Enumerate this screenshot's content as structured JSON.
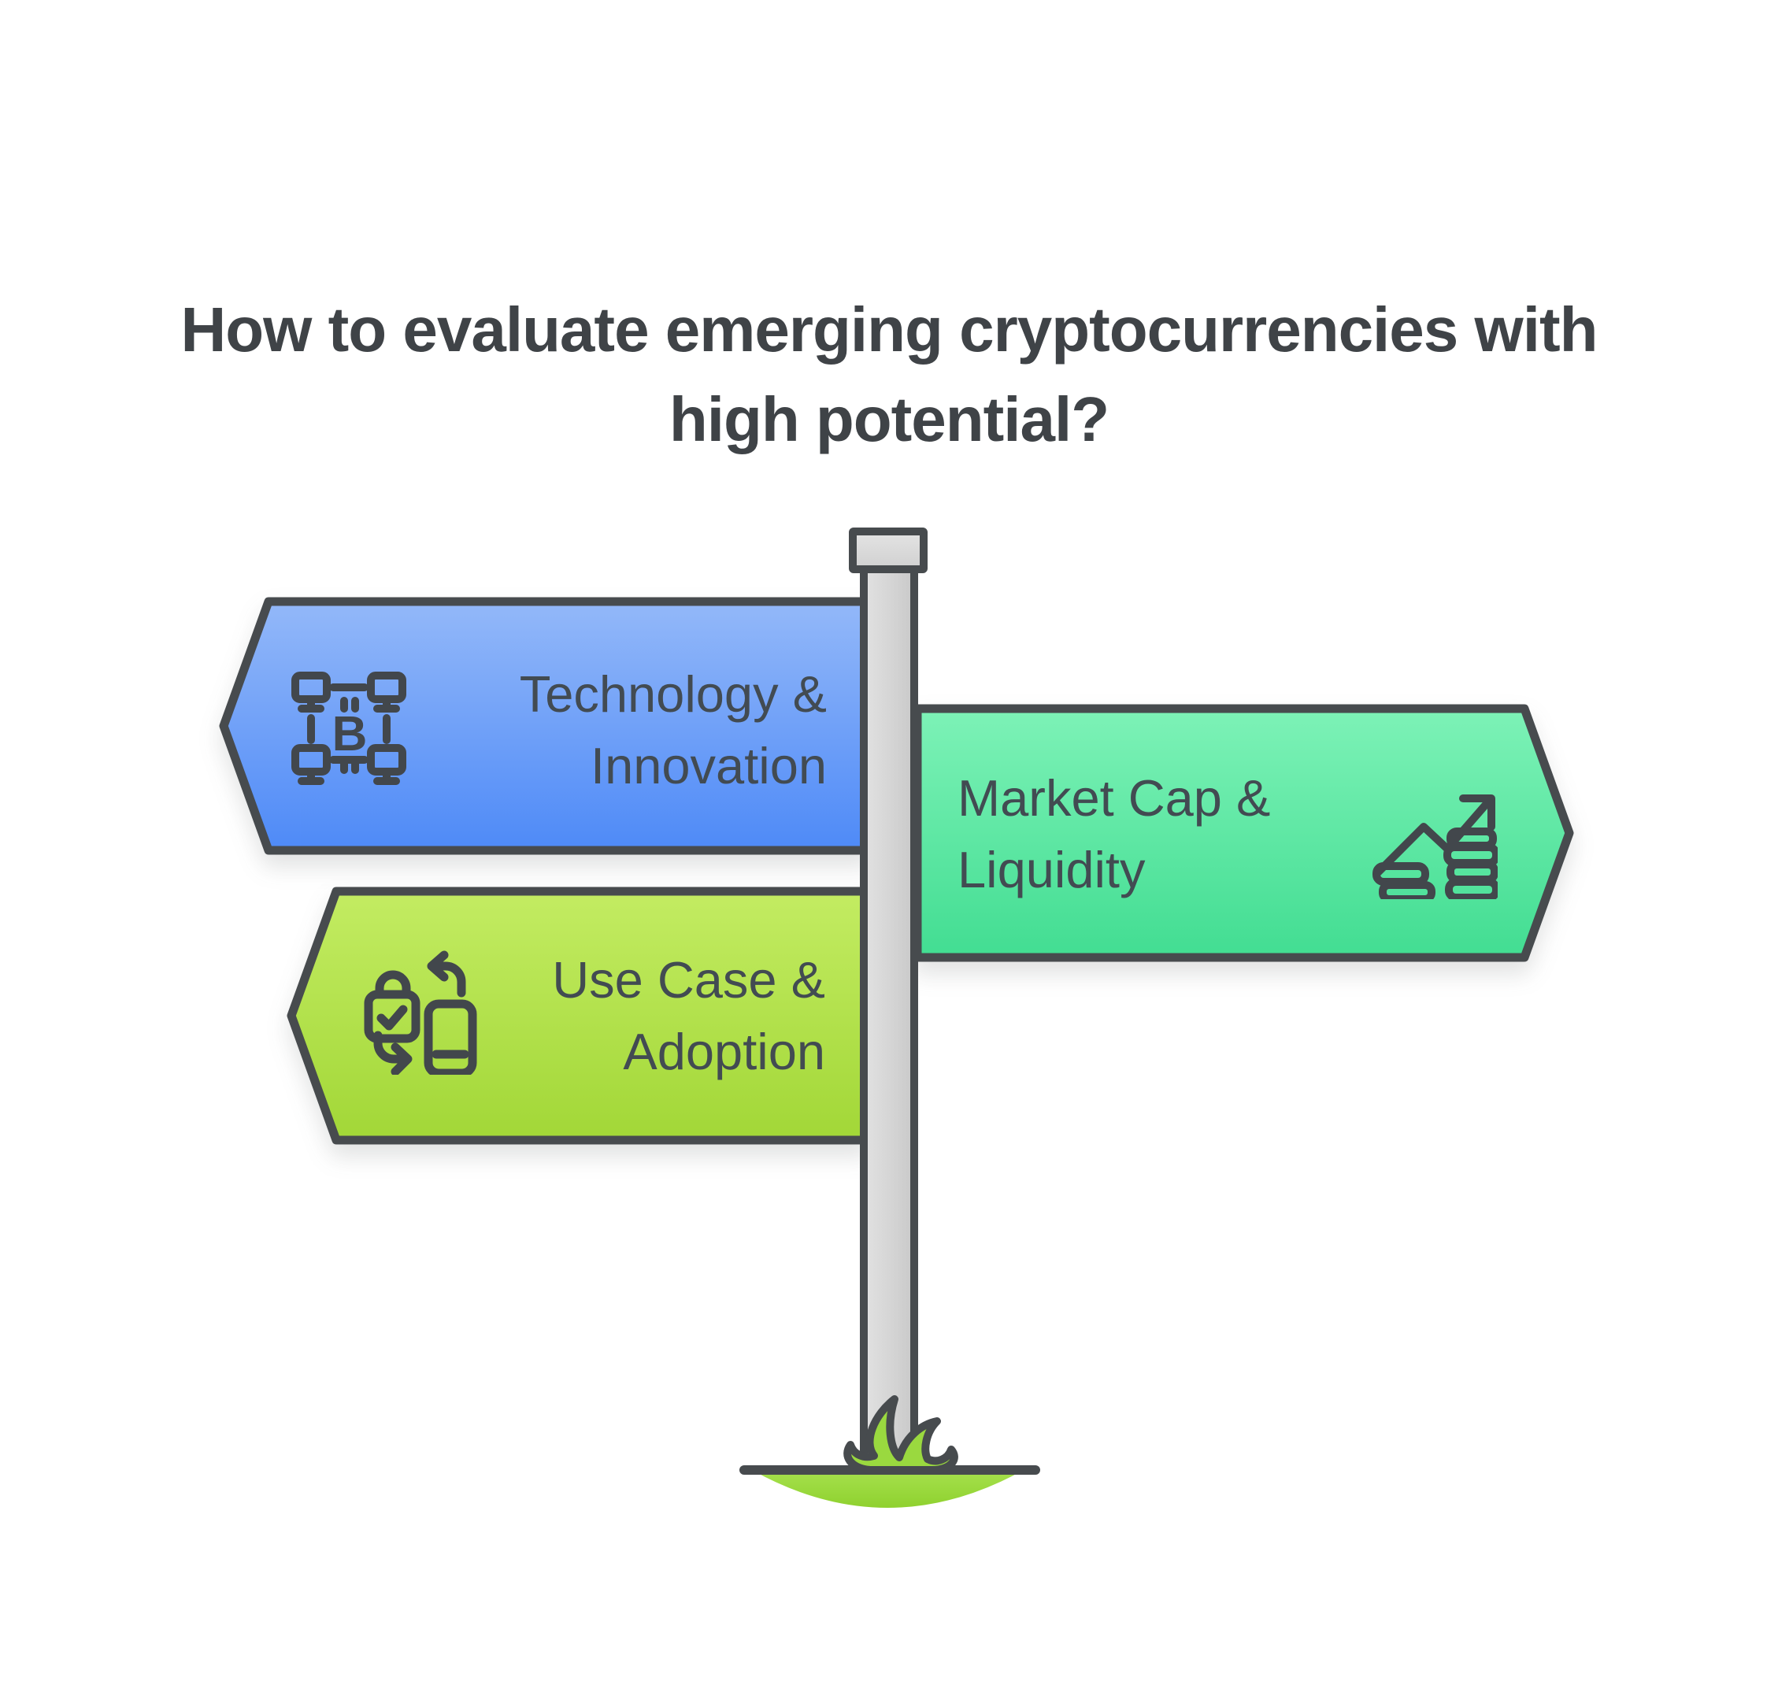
{
  "title": "How to evaluate emerging cryptocurrencies with\nhigh potential?",
  "signpost": {
    "post": "wooden-style gray post with cap",
    "base": "grass mound"
  },
  "signs": [
    {
      "label": "Technology &\nInnovation",
      "direction": "left",
      "icon": "blockchain-network-icon",
      "color_top": "#93b8f9",
      "color_bottom": "#4e8af7"
    },
    {
      "label": "Market Cap &\nLiquidity",
      "direction": "right",
      "icon": "growth-chart-coins-icon",
      "color_top": "#7df2b7",
      "color_bottom": "#42dd92"
    },
    {
      "label": "Use Case &\nAdoption",
      "direction": "left",
      "icon": "secure-mobile-exchange-icon",
      "color_top": "#c3ec62",
      "color_bottom": "#a2d737"
    }
  ],
  "colors": {
    "background": "#ffffff",
    "title_text": "#3f4347",
    "sign_text": "#424b52",
    "outline": "#474b4e",
    "post_fill": "#d9d9d9",
    "grass_green": "#9ad93f"
  }
}
